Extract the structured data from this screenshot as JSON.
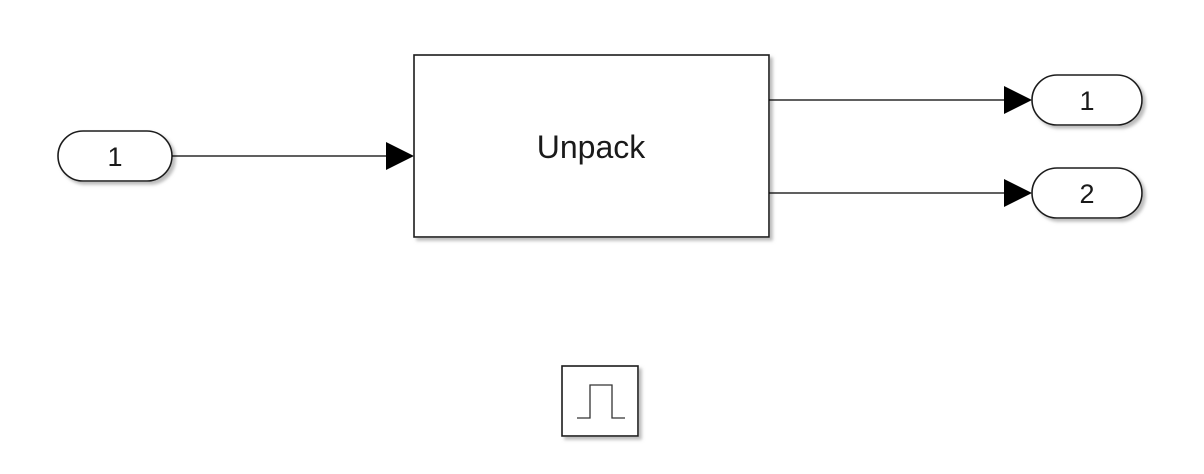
{
  "diagram": {
    "inport": {
      "label": "1"
    },
    "block": {
      "label": "Unpack"
    },
    "outports": [
      {
        "label": "1"
      },
      {
        "label": "2"
      }
    ],
    "trigger_icon": "pulse-icon",
    "colors": {
      "line": "#000000",
      "block_border": "#1a1a1a",
      "shadow": "#c8c8c8",
      "fill": "#ffffff"
    }
  }
}
